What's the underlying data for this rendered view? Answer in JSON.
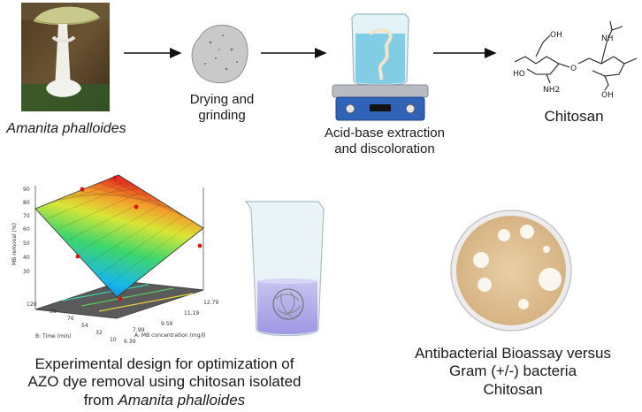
{
  "captions": {
    "mushroom": "Amanita phalloides",
    "drying_line1": "Drying and",
    "drying_line2": "grinding",
    "acid_line1": "Acid-base extraction",
    "acid_line2": "and discoloration",
    "chitosan": "Chitosan",
    "exp_line1": "Experimental design for optimization of",
    "exp_line2": "AZO dye removal using chitosan isolated",
    "exp_line3_prefix": "from ",
    "exp_line3_italic": "Amanita phalloides",
    "bio_line1": "Antibacterial Bioassay versus",
    "bio_line2": "Gram (+/-) bacteria",
    "bio_line3": "Chitosan"
  },
  "structure": {
    "oh_top": "OH",
    "nh_top": "NH",
    "ho_left": "HO",
    "nh2": "NH2",
    "o_bridge": "O",
    "oh_bottom": "OH"
  },
  "surface_plot": {
    "y_axis_label": "MB removal (%)",
    "x_axis_label": "A: MB concentration (mg/l)",
    "b_axis_label": "B: Time (min)",
    "z_ticks": [
      "90",
      "80",
      "70",
      "60",
      "50",
      "40",
      "30"
    ],
    "a_ticks": [
      "6.39",
      "7.99",
      "9.59",
      "11.19",
      "12.79"
    ],
    "b_ticks": [
      "10",
      "32",
      "54",
      "76",
      "98",
      "120"
    ]
  }
}
